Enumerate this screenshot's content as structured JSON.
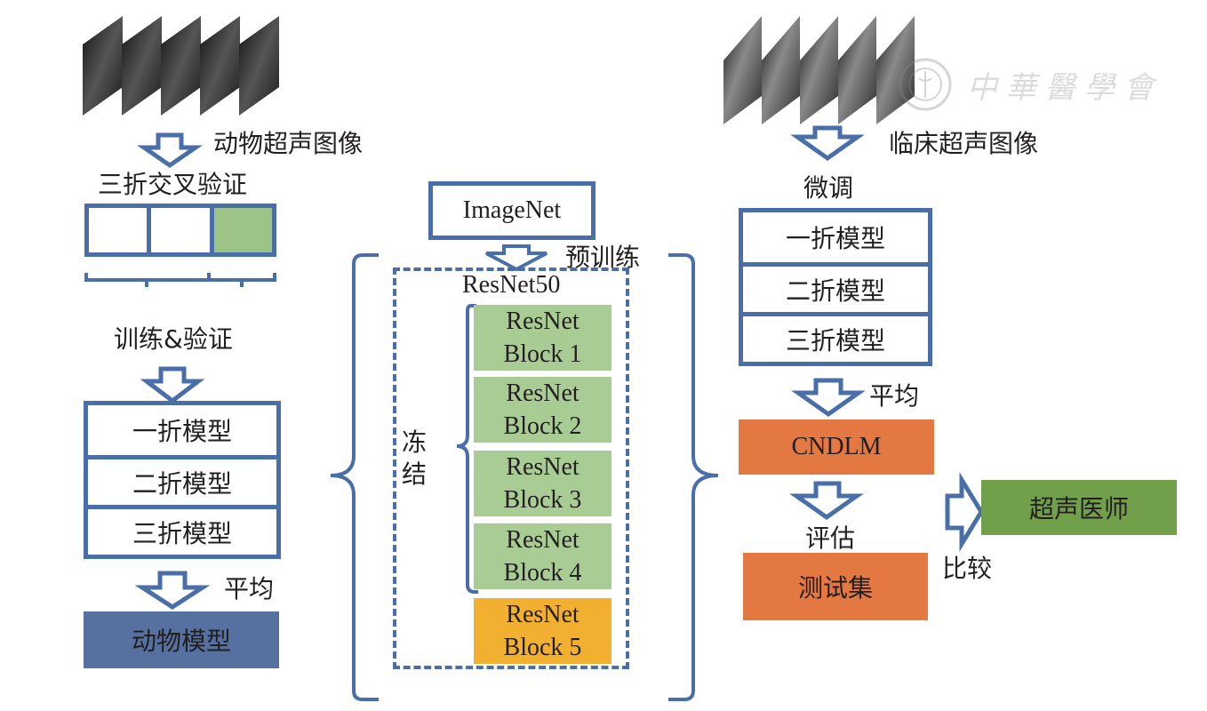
{
  "colors": {
    "border_blue": "#4a6fa8",
    "frozen_green": "#a9cc95",
    "trainable_orange": "#f2b030",
    "animal_model_fill": "#56709f",
    "cndlm_orange": "#e37842",
    "sonographer_green": "#72a04a",
    "fold_green": "#9ec386"
  },
  "left": {
    "images_label": "动物超声图像",
    "cv_label": "三折交叉验证",
    "train_val_label": "训练&验证",
    "fold_models": [
      "一折模型",
      "二折模型",
      "三折模型"
    ],
    "average_label": "平均",
    "animal_model": "动物模型"
  },
  "center": {
    "imagenet": "ImageNet",
    "pretrain_label": "预训练",
    "resnet50_label": "ResNet50",
    "freeze_label": "冻结",
    "blocks": [
      {
        "line1": "ResNet",
        "line2": "Block 1",
        "frozen": true
      },
      {
        "line1": "ResNet",
        "line2": "Block 2",
        "frozen": true
      },
      {
        "line1": "ResNet",
        "line2": "Block 3",
        "frozen": true
      },
      {
        "line1": "ResNet",
        "line2": "Block 4",
        "frozen": true
      },
      {
        "line1": "ResNet",
        "line2": "Block 5",
        "frozen": false
      }
    ]
  },
  "right": {
    "images_label": "临床超声图像",
    "finetune_label": "微调",
    "fold_models": [
      "一折模型",
      "二折模型",
      "三折模型"
    ],
    "average_label": "平均",
    "cndlm": "CNDLM",
    "evaluate_label": "评估",
    "test_set": "测试集",
    "compare_label": "比较",
    "sonographer": "超声医师"
  },
  "watermark": {
    "text": "中華醫學會"
  }
}
